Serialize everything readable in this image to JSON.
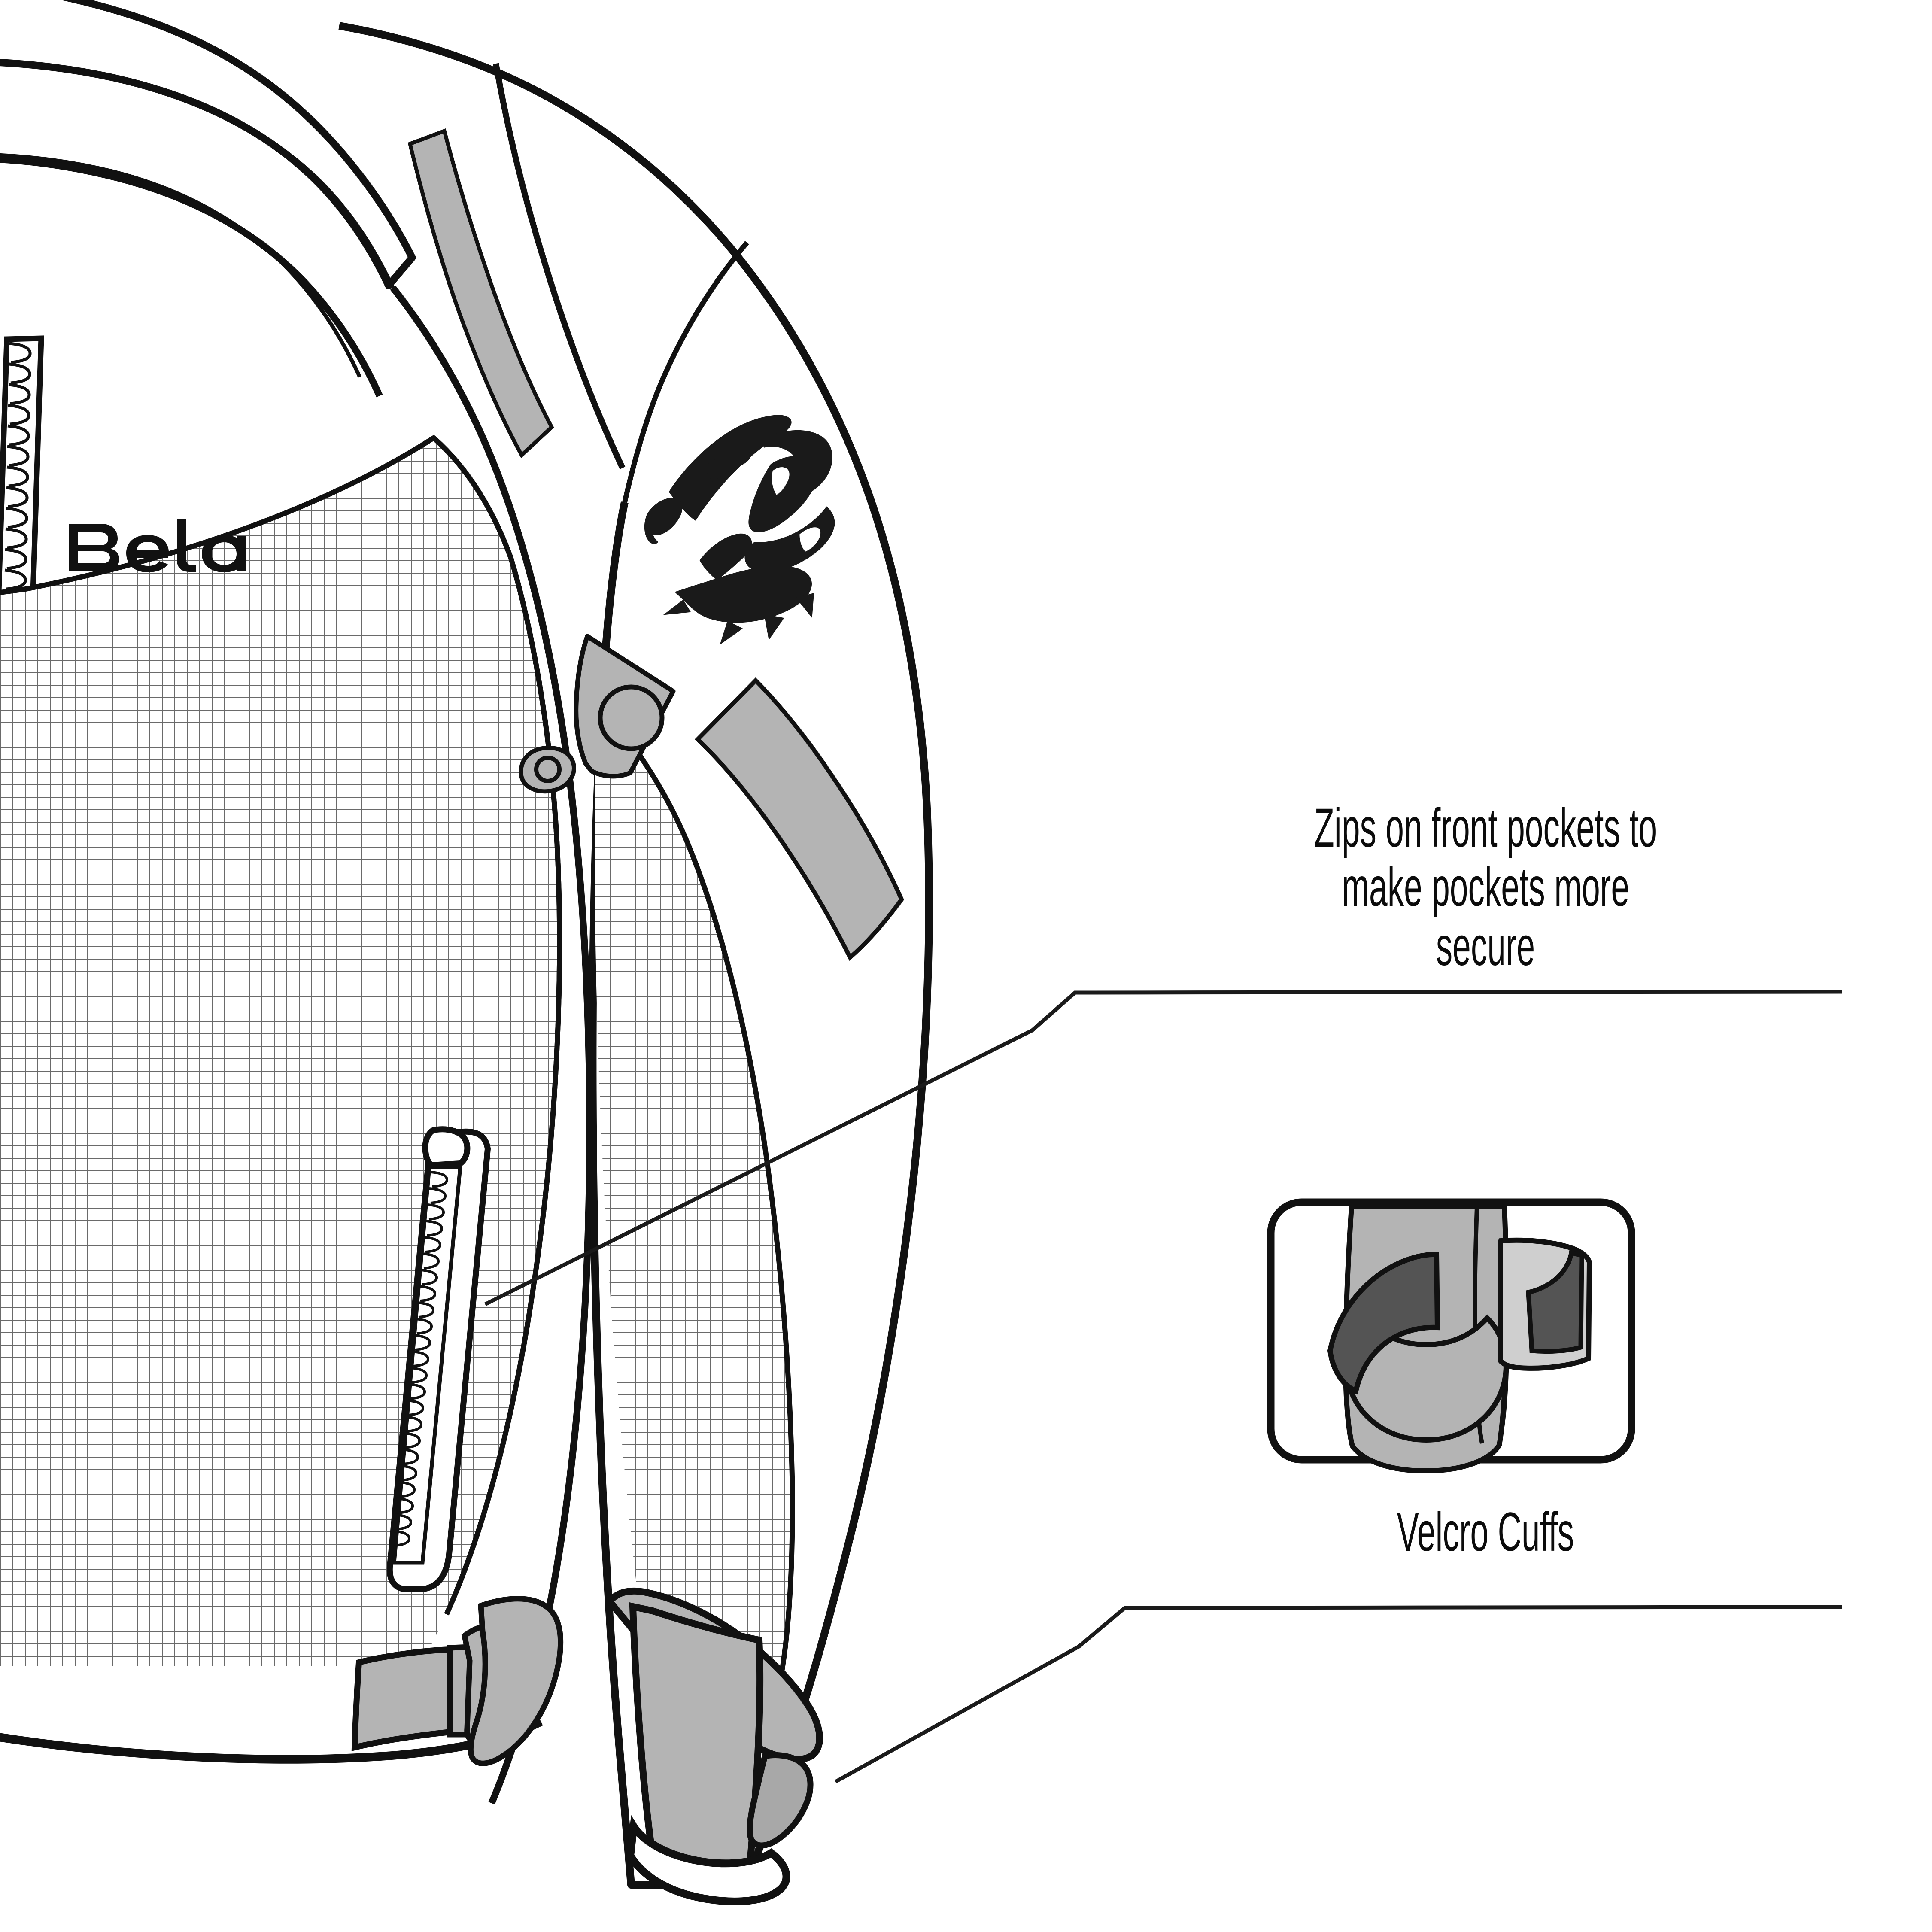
{
  "document": {
    "type": "technical-product-illustration",
    "subject": "motorcycle mesh jacket front view",
    "background_color": "#ffffff"
  },
  "brand": {
    "wordmark": "Bela",
    "wordmark_color": "#111111",
    "sleeve_logo": "roaring-bear-head",
    "sleeve_logo_color": "#1a1a1a"
  },
  "callouts": [
    {
      "id": "zips-front-pockets",
      "text": "Zips on front pockets to\nmake pockets more\nsecure",
      "target": "front pocket zipper",
      "leader_color": "#1b1b1b"
    },
    {
      "id": "velcro-cuffs",
      "text": "Velcro Cuffs",
      "target": "sleeve cuff",
      "leader_color": "#1b1b1b"
    }
  ],
  "detail_inset": {
    "id": "velcro-cuff-detail",
    "caption": "Velcro Cuffs",
    "shape": "rounded-square-frame",
    "contents": "sleeve cuff with velcro closure tab"
  },
  "jacket_features": [
    "collar",
    "main front zipper",
    "mesh ventilation panel",
    "chest reflective stripe",
    "shoulder reflective stripe",
    "arm reflective band",
    "shoulder epaulette snap",
    "small snap button",
    "vertical front pocket zipper",
    "waist adjustment strap",
    "velcro sleeve cuff"
  ],
  "palette": {
    "outline": "#111111",
    "mesh_grid": "#6a6a6a",
    "panel_light": "#ffffff",
    "panel_grey": "#b4b4b4",
    "panel_grey_mid": "#a8a8a8",
    "panel_grey_dark": "#545454",
    "panel_grey_pale": "#cfcfcf",
    "text": "#0b0b0b"
  }
}
